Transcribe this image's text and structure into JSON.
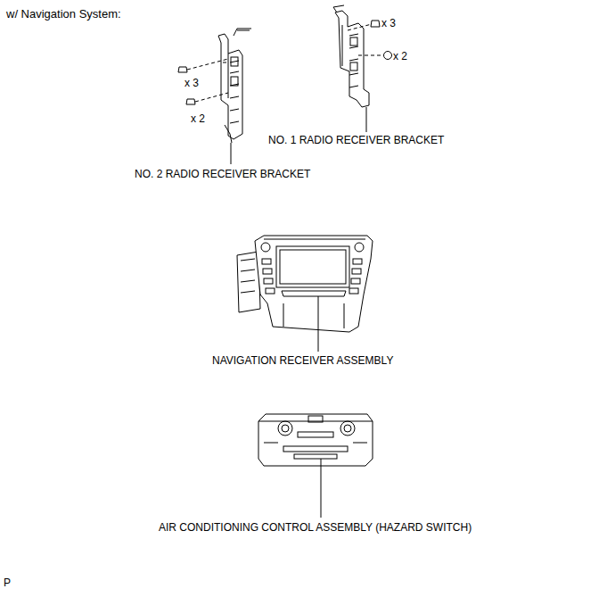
{
  "diagram": {
    "title": "w/ Navigation System:",
    "labels": [
      "x 3",
      "x 2",
      "x 3",
      "x 2",
      "NO. 1 RADIO RECEIVER BRACKET",
      "NO. 2 RADIO RECEIVER BRACKET",
      "NAVIGATION RECEIVER ASSEMBLY",
      "AIR CONDITIONING CONTROL ASSEMBLY (HAZARD SWITCH)",
      "P"
    ]
  }
}
